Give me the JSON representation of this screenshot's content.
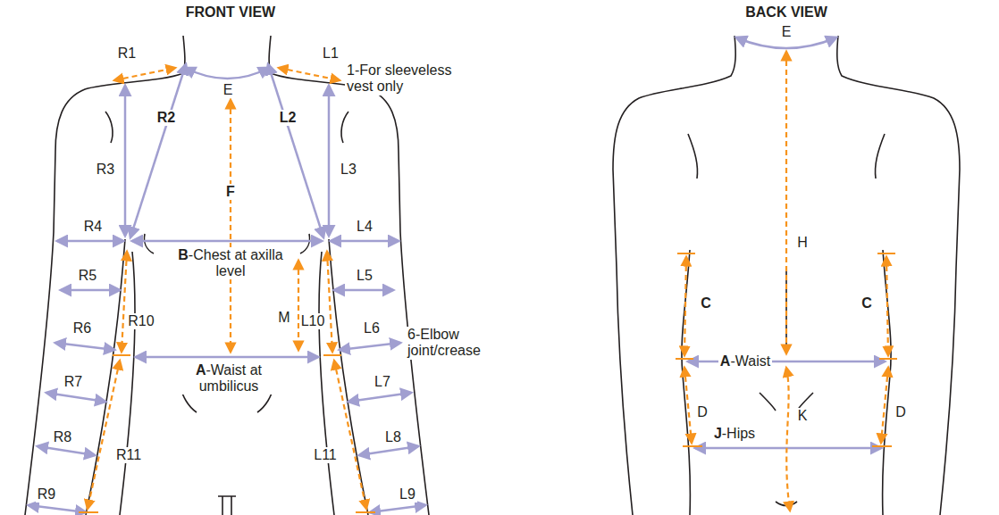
{
  "diagram": {
    "labels": [
      "FRONT VIEW",
      "BACK VIEW",
      "R1",
      "E",
      "L1",
      "1-For sleeveless vest only",
      "R2",
      "L2",
      "R3",
      "F",
      "L3",
      "R4",
      "L4",
      "B-Chest at axilla level",
      "R5",
      "L5",
      "M",
      "R10",
      "L10",
      "R6",
      "L6",
      "6-Elbow joint/crease",
      "A-Waist at umbilicus",
      "R7",
      "L7",
      "R8",
      "L8",
      "R11",
      "L11",
      "R9",
      "L9",
      "E",
      "H",
      "C",
      "C",
      "A-Waist",
      "D",
      "D",
      "K",
      "J-Hips"
    ]
  }
}
